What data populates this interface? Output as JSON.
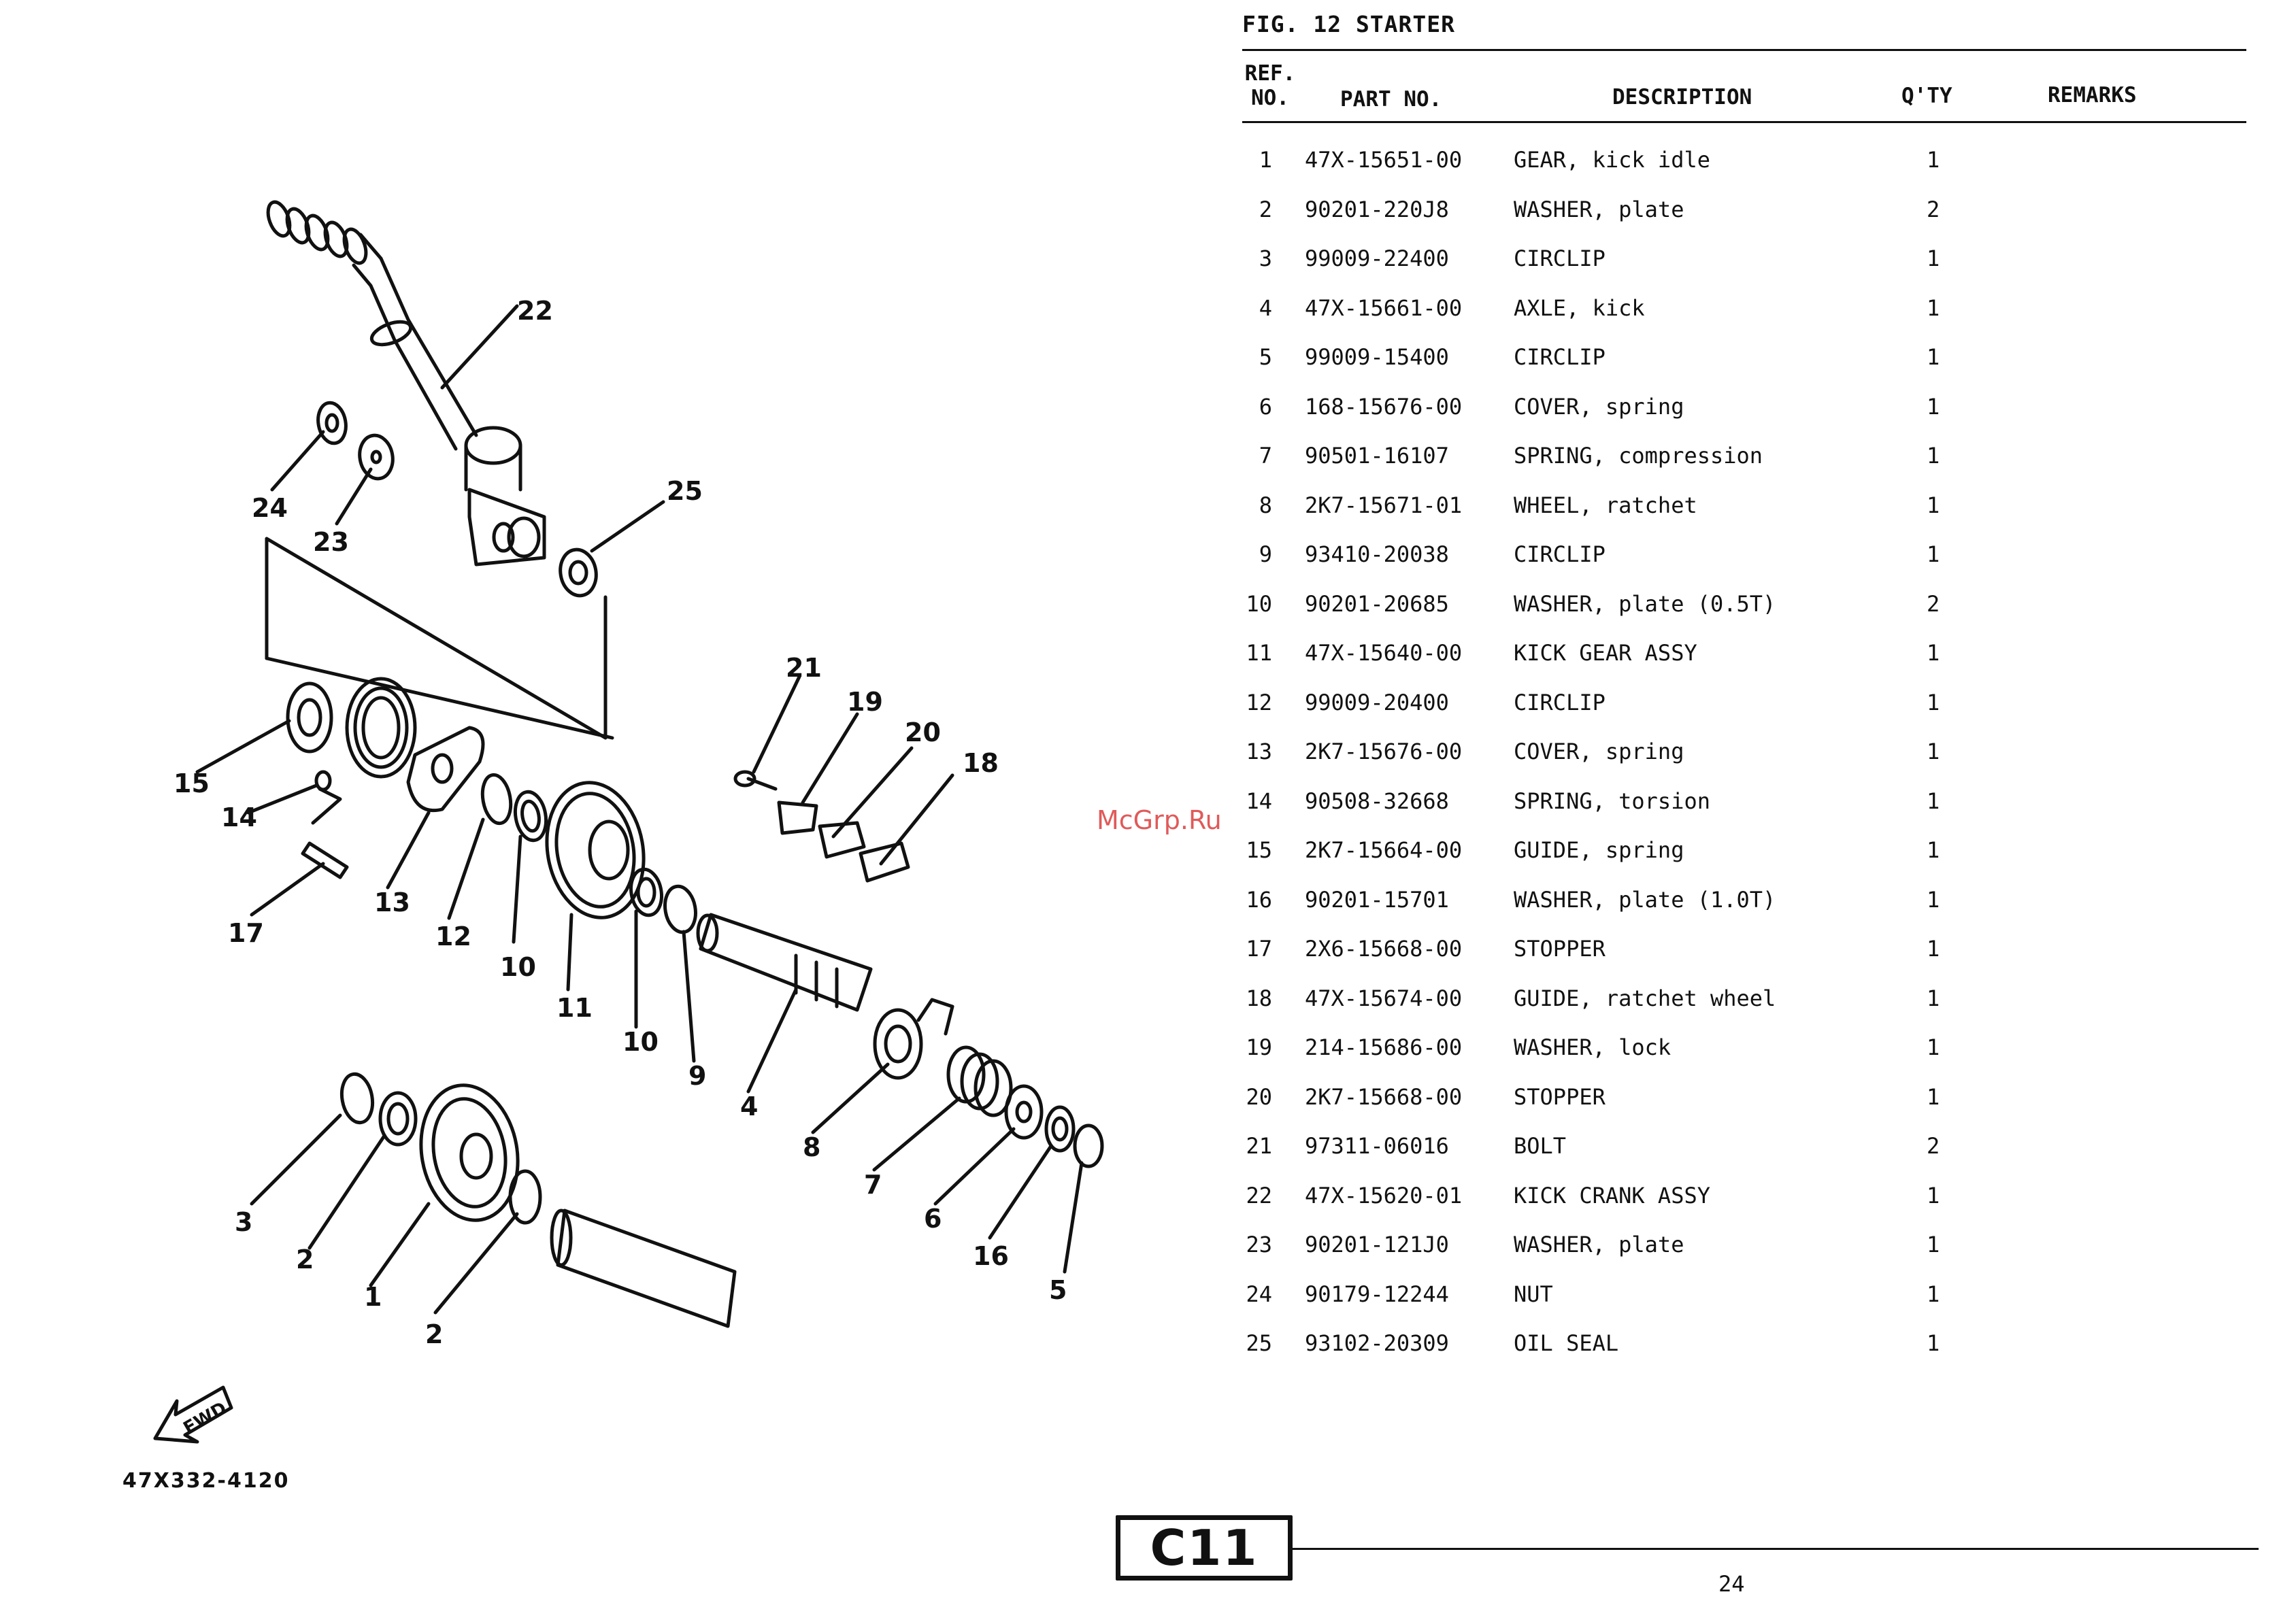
{
  "figure": {
    "title": "FIG. 12  STARTER",
    "diagram_code": "47X332-4120",
    "fwd_label": "FWD",
    "section_badge": "C11",
    "page_number": "24",
    "watermark": "McGrp.Ru"
  },
  "table": {
    "headers": {
      "ref_line1": "REF.",
      "ref_line2": "NO.",
      "part_no": "PART NO.",
      "description": "DESCRIPTION",
      "qty": "Q'TY",
      "remarks": "REMARKS"
    },
    "rows": [
      {
        "ref": "1",
        "part": "47X-15651-00",
        "desc": "GEAR, kick idle",
        "qty": "1"
      },
      {
        "ref": "2",
        "part": "90201-220J8",
        "desc": "WASHER, plate",
        "qty": "2"
      },
      {
        "ref": "3",
        "part": "99009-22400",
        "desc": "CIRCLIP",
        "qty": "1"
      },
      {
        "ref": "4",
        "part": "47X-15661-00",
        "desc": "AXLE, kick",
        "qty": "1"
      },
      {
        "ref": "5",
        "part": "99009-15400",
        "desc": "CIRCLIP",
        "qty": "1"
      },
      {
        "ref": "6",
        "part": "168-15676-00",
        "desc": "COVER, spring",
        "qty": "1"
      },
      {
        "ref": "7",
        "part": "90501-16107",
        "desc": "SPRING, compression",
        "qty": "1"
      },
      {
        "ref": "8",
        "part": "2K7-15671-01",
        "desc": "WHEEL, ratchet",
        "qty": "1"
      },
      {
        "ref": "9",
        "part": "93410-20038",
        "desc": "CIRCLIP",
        "qty": "1"
      },
      {
        "ref": "10",
        "part": "90201-20685",
        "desc": "WASHER, plate (0.5T)",
        "qty": "2"
      },
      {
        "ref": "11",
        "part": "47X-15640-00",
        "desc": "KICK GEAR ASSY",
        "qty": "1"
      },
      {
        "ref": "12",
        "part": "99009-20400",
        "desc": "CIRCLIP",
        "qty": "1"
      },
      {
        "ref": "13",
        "part": "2K7-15676-00",
        "desc": "COVER, spring",
        "qty": "1"
      },
      {
        "ref": "14",
        "part": "90508-32668",
        "desc": "SPRING, torsion",
        "qty": "1"
      },
      {
        "ref": "15",
        "part": "2K7-15664-00",
        "desc": "GUIDE, spring",
        "qty": "1"
      },
      {
        "ref": "16",
        "part": "90201-15701",
        "desc": "WASHER, plate (1.0T)",
        "qty": "1"
      },
      {
        "ref": "17",
        "part": "2X6-15668-00",
        "desc": "STOPPER",
        "qty": "1"
      },
      {
        "ref": "18",
        "part": "47X-15674-00",
        "desc": "GUIDE, ratchet wheel",
        "qty": "1"
      },
      {
        "ref": "19",
        "part": "214-15686-00",
        "desc": "WASHER, lock",
        "qty": "1"
      },
      {
        "ref": "20",
        "part": "2K7-15668-00",
        "desc": "STOPPER",
        "qty": "1"
      },
      {
        "ref": "21",
        "part": "97311-06016",
        "desc": "BOLT",
        "qty": "2"
      },
      {
        "ref": "22",
        "part": "47X-15620-01",
        "desc": "KICK CRANK ASSY",
        "qty": "1"
      },
      {
        "ref": "23",
        "part": "90201-121J0",
        "desc": "WASHER, plate",
        "qty": "1"
      },
      {
        "ref": "24",
        "part": "90179-12244",
        "desc": "NUT",
        "qty": "1"
      },
      {
        "ref": "25",
        "part": "93102-20309",
        "desc": "OIL SEAL",
        "qty": "1"
      }
    ]
  },
  "callouts": [
    "22",
    "24",
    "23",
    "25",
    "21",
    "19",
    "20",
    "18",
    "15",
    "14",
    "13",
    "12",
    "10",
    "11",
    "10",
    "9",
    "4",
    "8",
    "7",
    "6",
    "16",
    "5",
    "17",
    "3",
    "2",
    "1",
    "2"
  ]
}
